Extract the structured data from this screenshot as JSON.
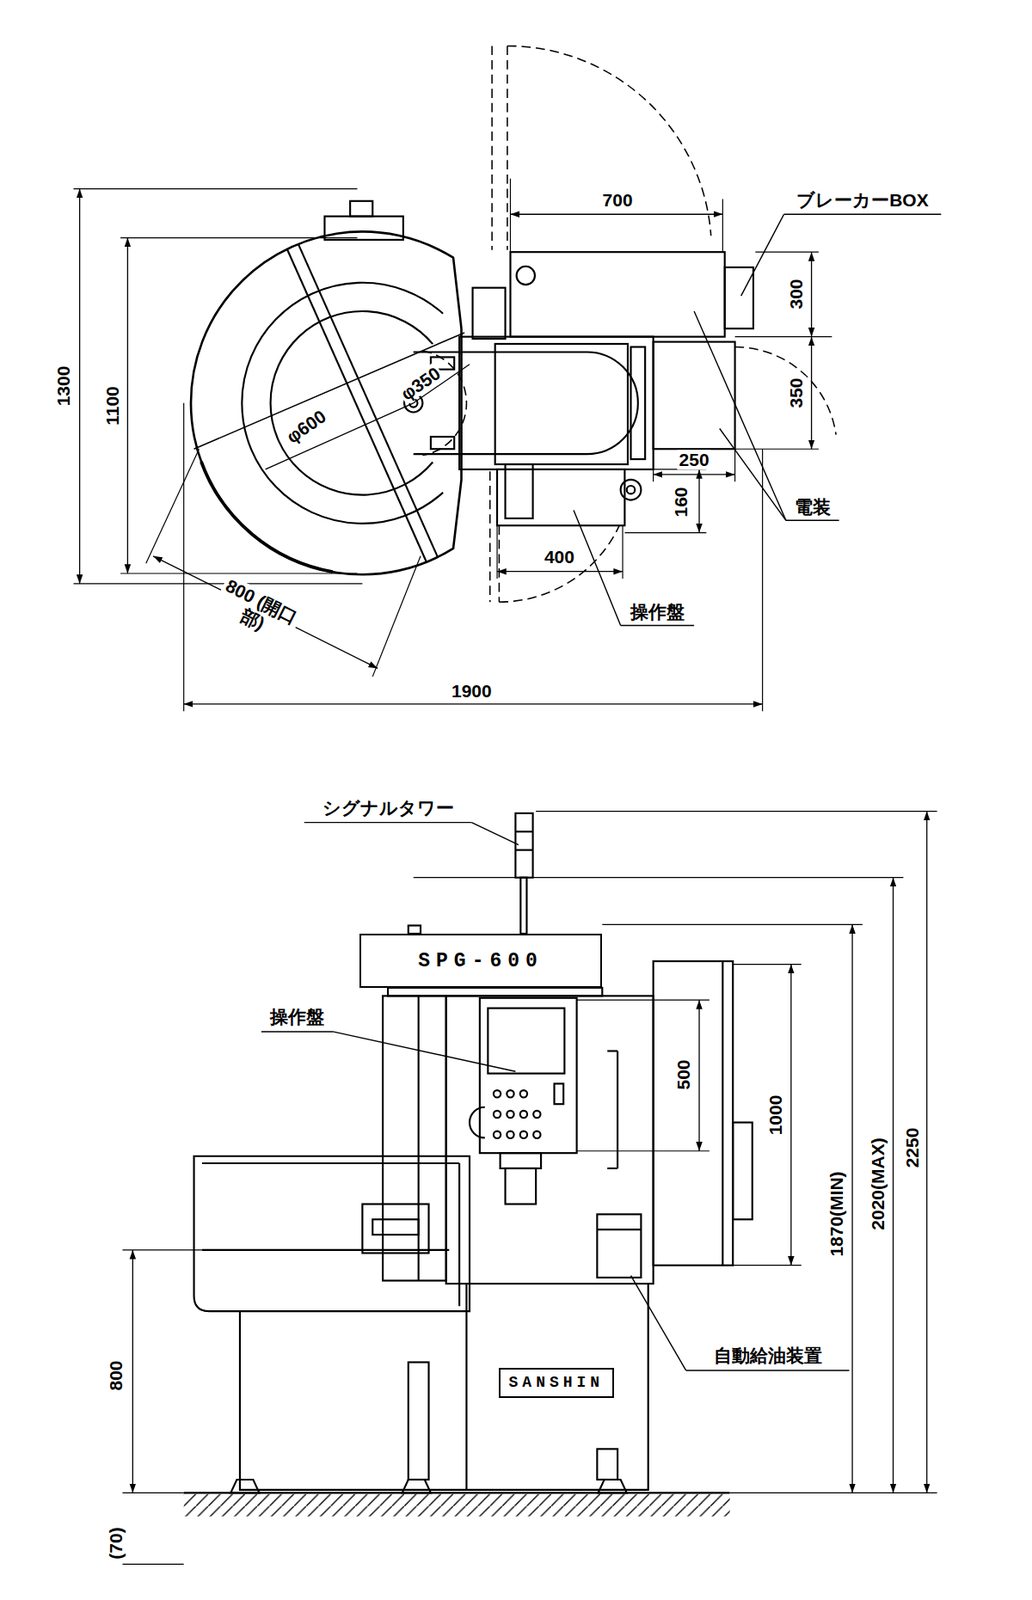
{
  "diagram": {
    "nodes": [
      {
        "text": [
          "SPG-600"
        ]
      },
      {
        "text": [
          "SANSHIN"
        ]
      }
    ],
    "labels": [
      "1300",
      "1100",
      "700",
      "ブレーカーBOX",
      "300",
      "350",
      "φ350",
      "φ600",
      "250",
      "電装",
      "160",
      "400",
      "操作盤",
      "800 (開口部)",
      "1900",
      "シグナルタワー",
      "操作盤",
      "500",
      "1000",
      "1870(MIN)",
      "2020(MAX)",
      "2250",
      "自動給油装置",
      "800",
      "(70)"
    ]
  }
}
